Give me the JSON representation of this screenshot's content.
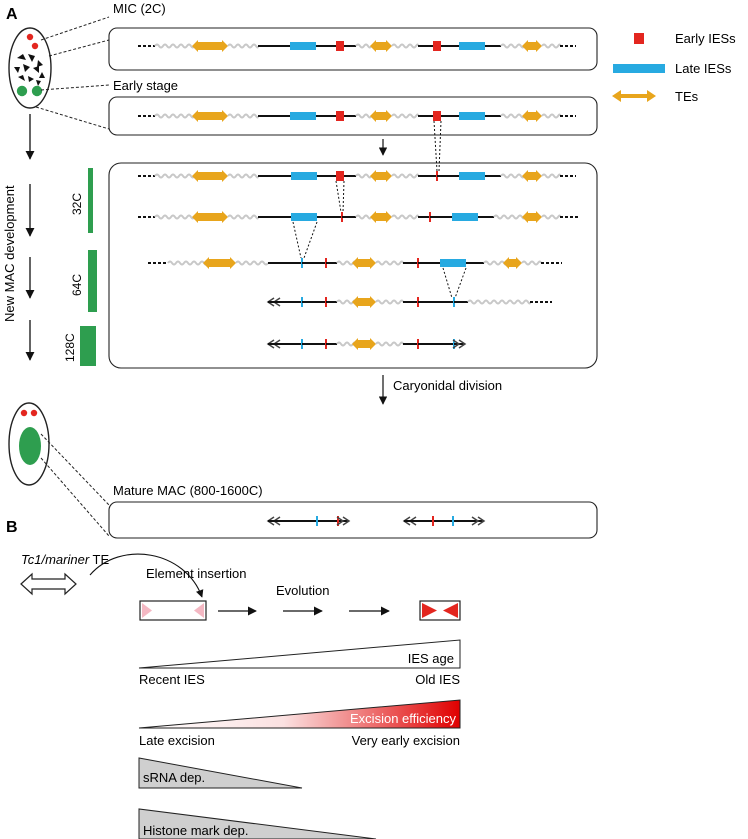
{
  "panel_a": {
    "label": "A",
    "stage_labels": {
      "mic": "MIC (2C)",
      "early": "Early stage",
      "mature": "Mature MAC (800-1600C)"
    },
    "legend": [
      {
        "label": "Early IESs",
        "color": "#e3261f",
        "shape": "square"
      },
      {
        "label": "Late IESs",
        "color": "#27aae1",
        "shape": "bar"
      },
      {
        "label": "TEs",
        "color": "#e8a51c",
        "shape": "double-arrow"
      }
    ],
    "development_label": "New MAC development",
    "ploidy_labels": [
      "32C",
      "64C",
      "128C"
    ],
    "division_label": "Caryonidal division"
  },
  "panel_b": {
    "label": "B",
    "te_name_italic": "Tc1/mariner",
    "te_suffix": " TE",
    "insertion_label": "Element insertion",
    "evolution_label": "Evolution",
    "age_label": "IES age",
    "age_left": "Recent IES",
    "age_right": "Old IES",
    "efficiency_label": "Excision efficiency",
    "eff_left": "Late excision",
    "eff_right": "Very early excision",
    "srna_label": "sRNA dep.",
    "histone_label": "Histone mark dep."
  },
  "colors": {
    "early_ies": "#e3261f",
    "late_ies": "#27aae1",
    "te": "#e8a51c",
    "nucleus_green": "#2e9e4f",
    "gray_strand": "#c8c8c8",
    "dep_gray": "#cfcfcf"
  }
}
